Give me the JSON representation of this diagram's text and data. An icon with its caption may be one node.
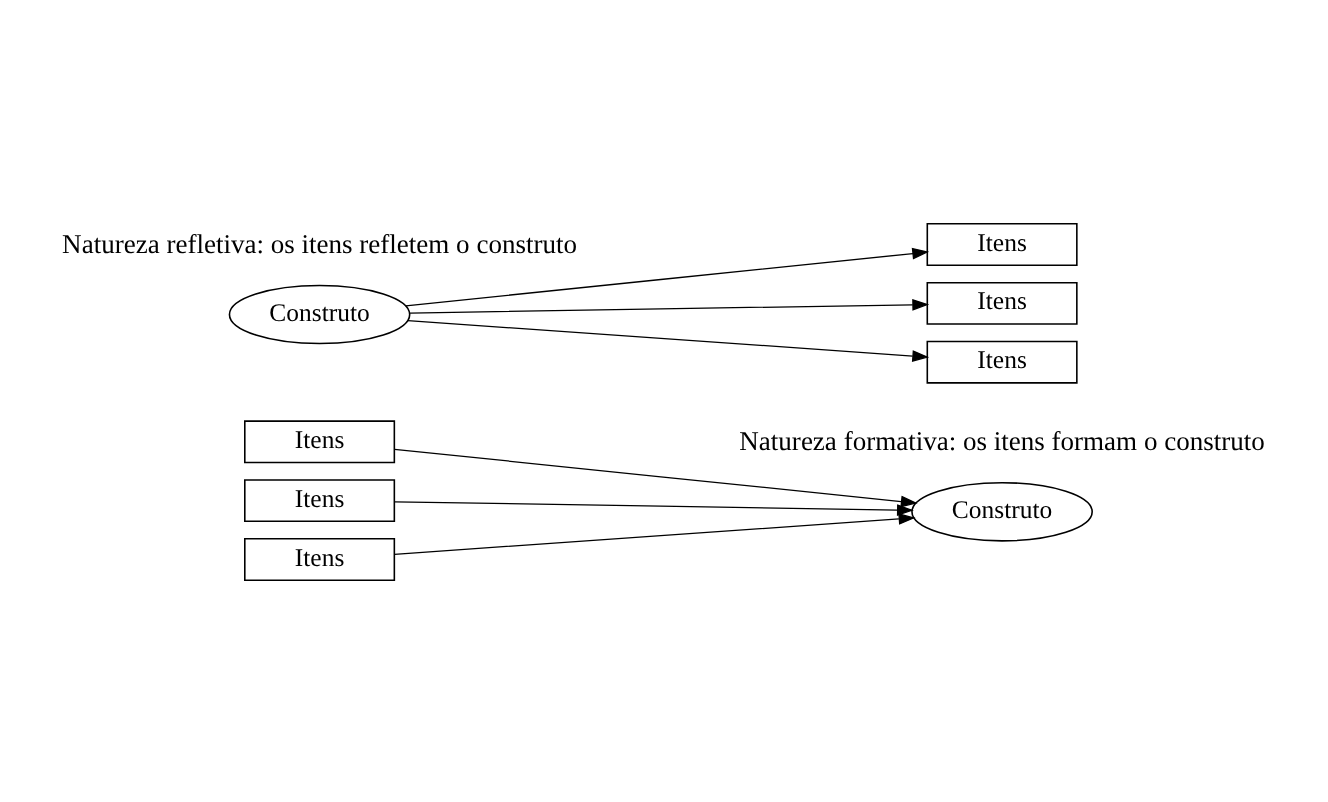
{
  "diagram": {
    "nodes": [
      {
        "text": [
          "Itens"
        ]
      },
      {
        "text": [
          "Itens"
        ]
      },
      {
        "text": [
          "Itens"
        ]
      },
      {
        "text": [
          "Construto"
        ]
      },
      {
        "text": [
          "Construto"
        ]
      },
      {
        "text": [
          "Itens"
        ]
      },
      {
        "text": [
          "Itens"
        ]
      },
      {
        "text": [
          "Itens"
        ]
      }
    ],
    "edges": [
      {
        "from": 0,
        "to": 3,
        "arrow": "to"
      },
      {
        "from": 1,
        "to": 3,
        "arrow": "to"
      },
      {
        "from": 2,
        "to": 3,
        "arrow": "to"
      },
      {
        "from": 4,
        "to": 5,
        "arrow": "to"
      },
      {
        "from": 4,
        "to": 6,
        "arrow": "to"
      },
      {
        "from": 4,
        "to": 7,
        "arrow": "to"
      }
    ],
    "labels": [
      "Natureza formativa: os itens formam o construto",
      "Natureza refletiva: os itens refletem o construto"
    ]
  }
}
